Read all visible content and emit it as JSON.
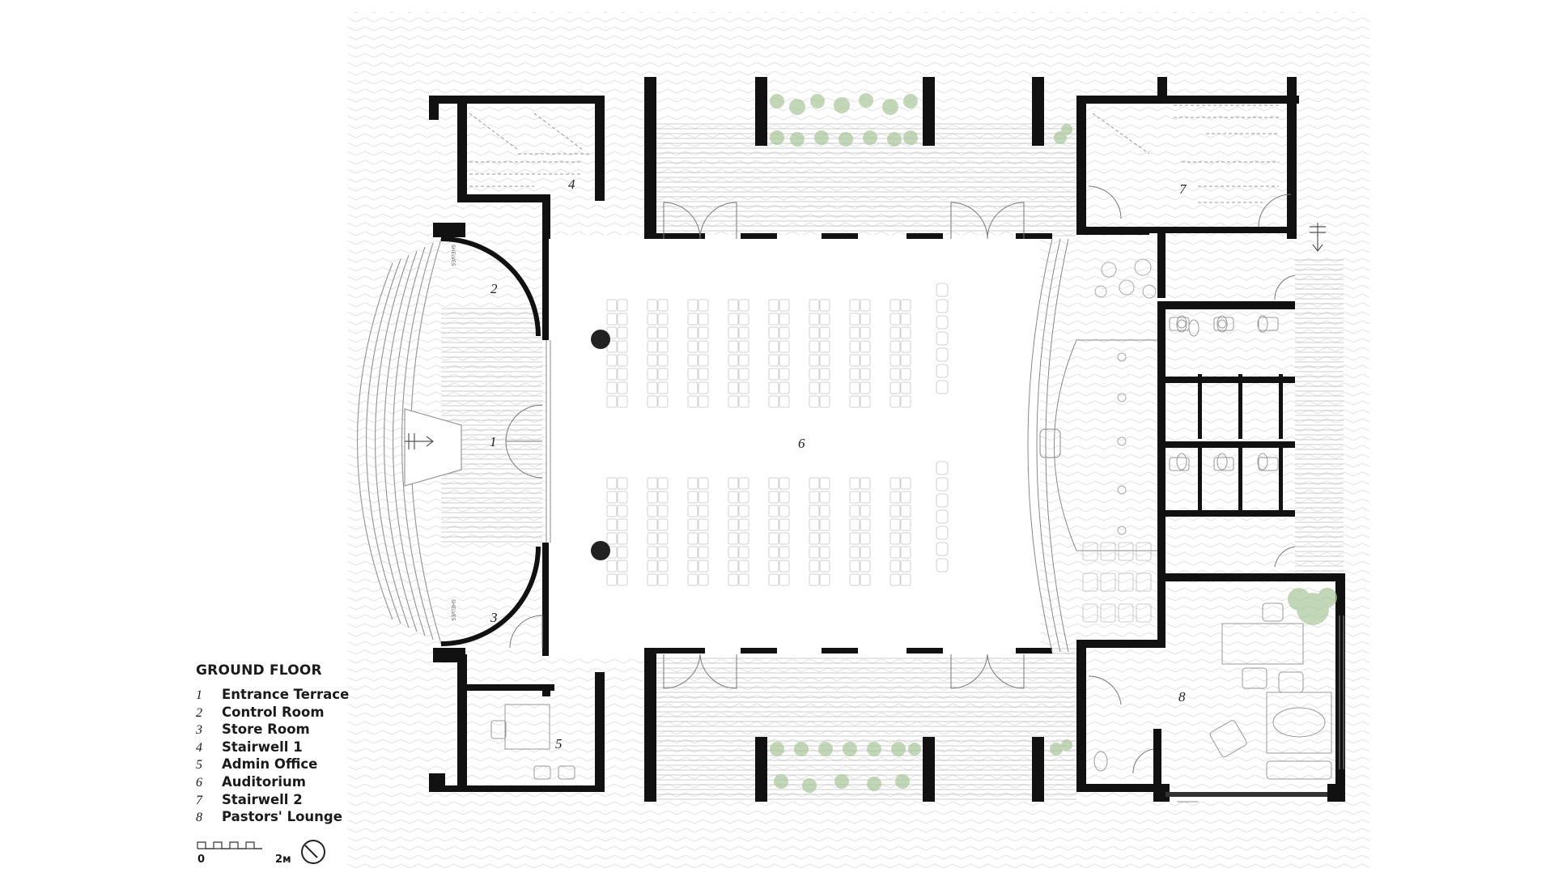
{
  "legend": {
    "title": "GROUND FLOOR",
    "items": [
      {
        "num": "1",
        "name": "Entrance Terrace"
      },
      {
        "num": "2",
        "name": "Control Room"
      },
      {
        "num": "3",
        "name": "Store Room"
      },
      {
        "num": "4",
        "name": "Stairwell 1"
      },
      {
        "num": "5",
        "name": "Admin Office"
      },
      {
        "num": "6",
        "name": "Auditorium"
      },
      {
        "num": "7",
        "name": "Stairwell 2"
      },
      {
        "num": "8",
        "name": "Pastors' Lounge"
      }
    ]
  },
  "scale": {
    "start": "0",
    "end": "2м"
  },
  "rooms": {
    "r1": "1",
    "r2": "2",
    "r3": "3",
    "r4": "4",
    "r5": "5",
    "r6": "6",
    "r7": "7",
    "r8": "8"
  },
  "notes": {
    "shelves": "SHELVES"
  },
  "colors": {
    "wall": "#111111",
    "line": "#8a8a8a",
    "pave": "#d9d9d9",
    "plant": "#a9c79a"
  },
  "icons": {
    "north": "north-arrow-icon",
    "column": "column-icon",
    "entry": "entry-arrow-icon"
  }
}
